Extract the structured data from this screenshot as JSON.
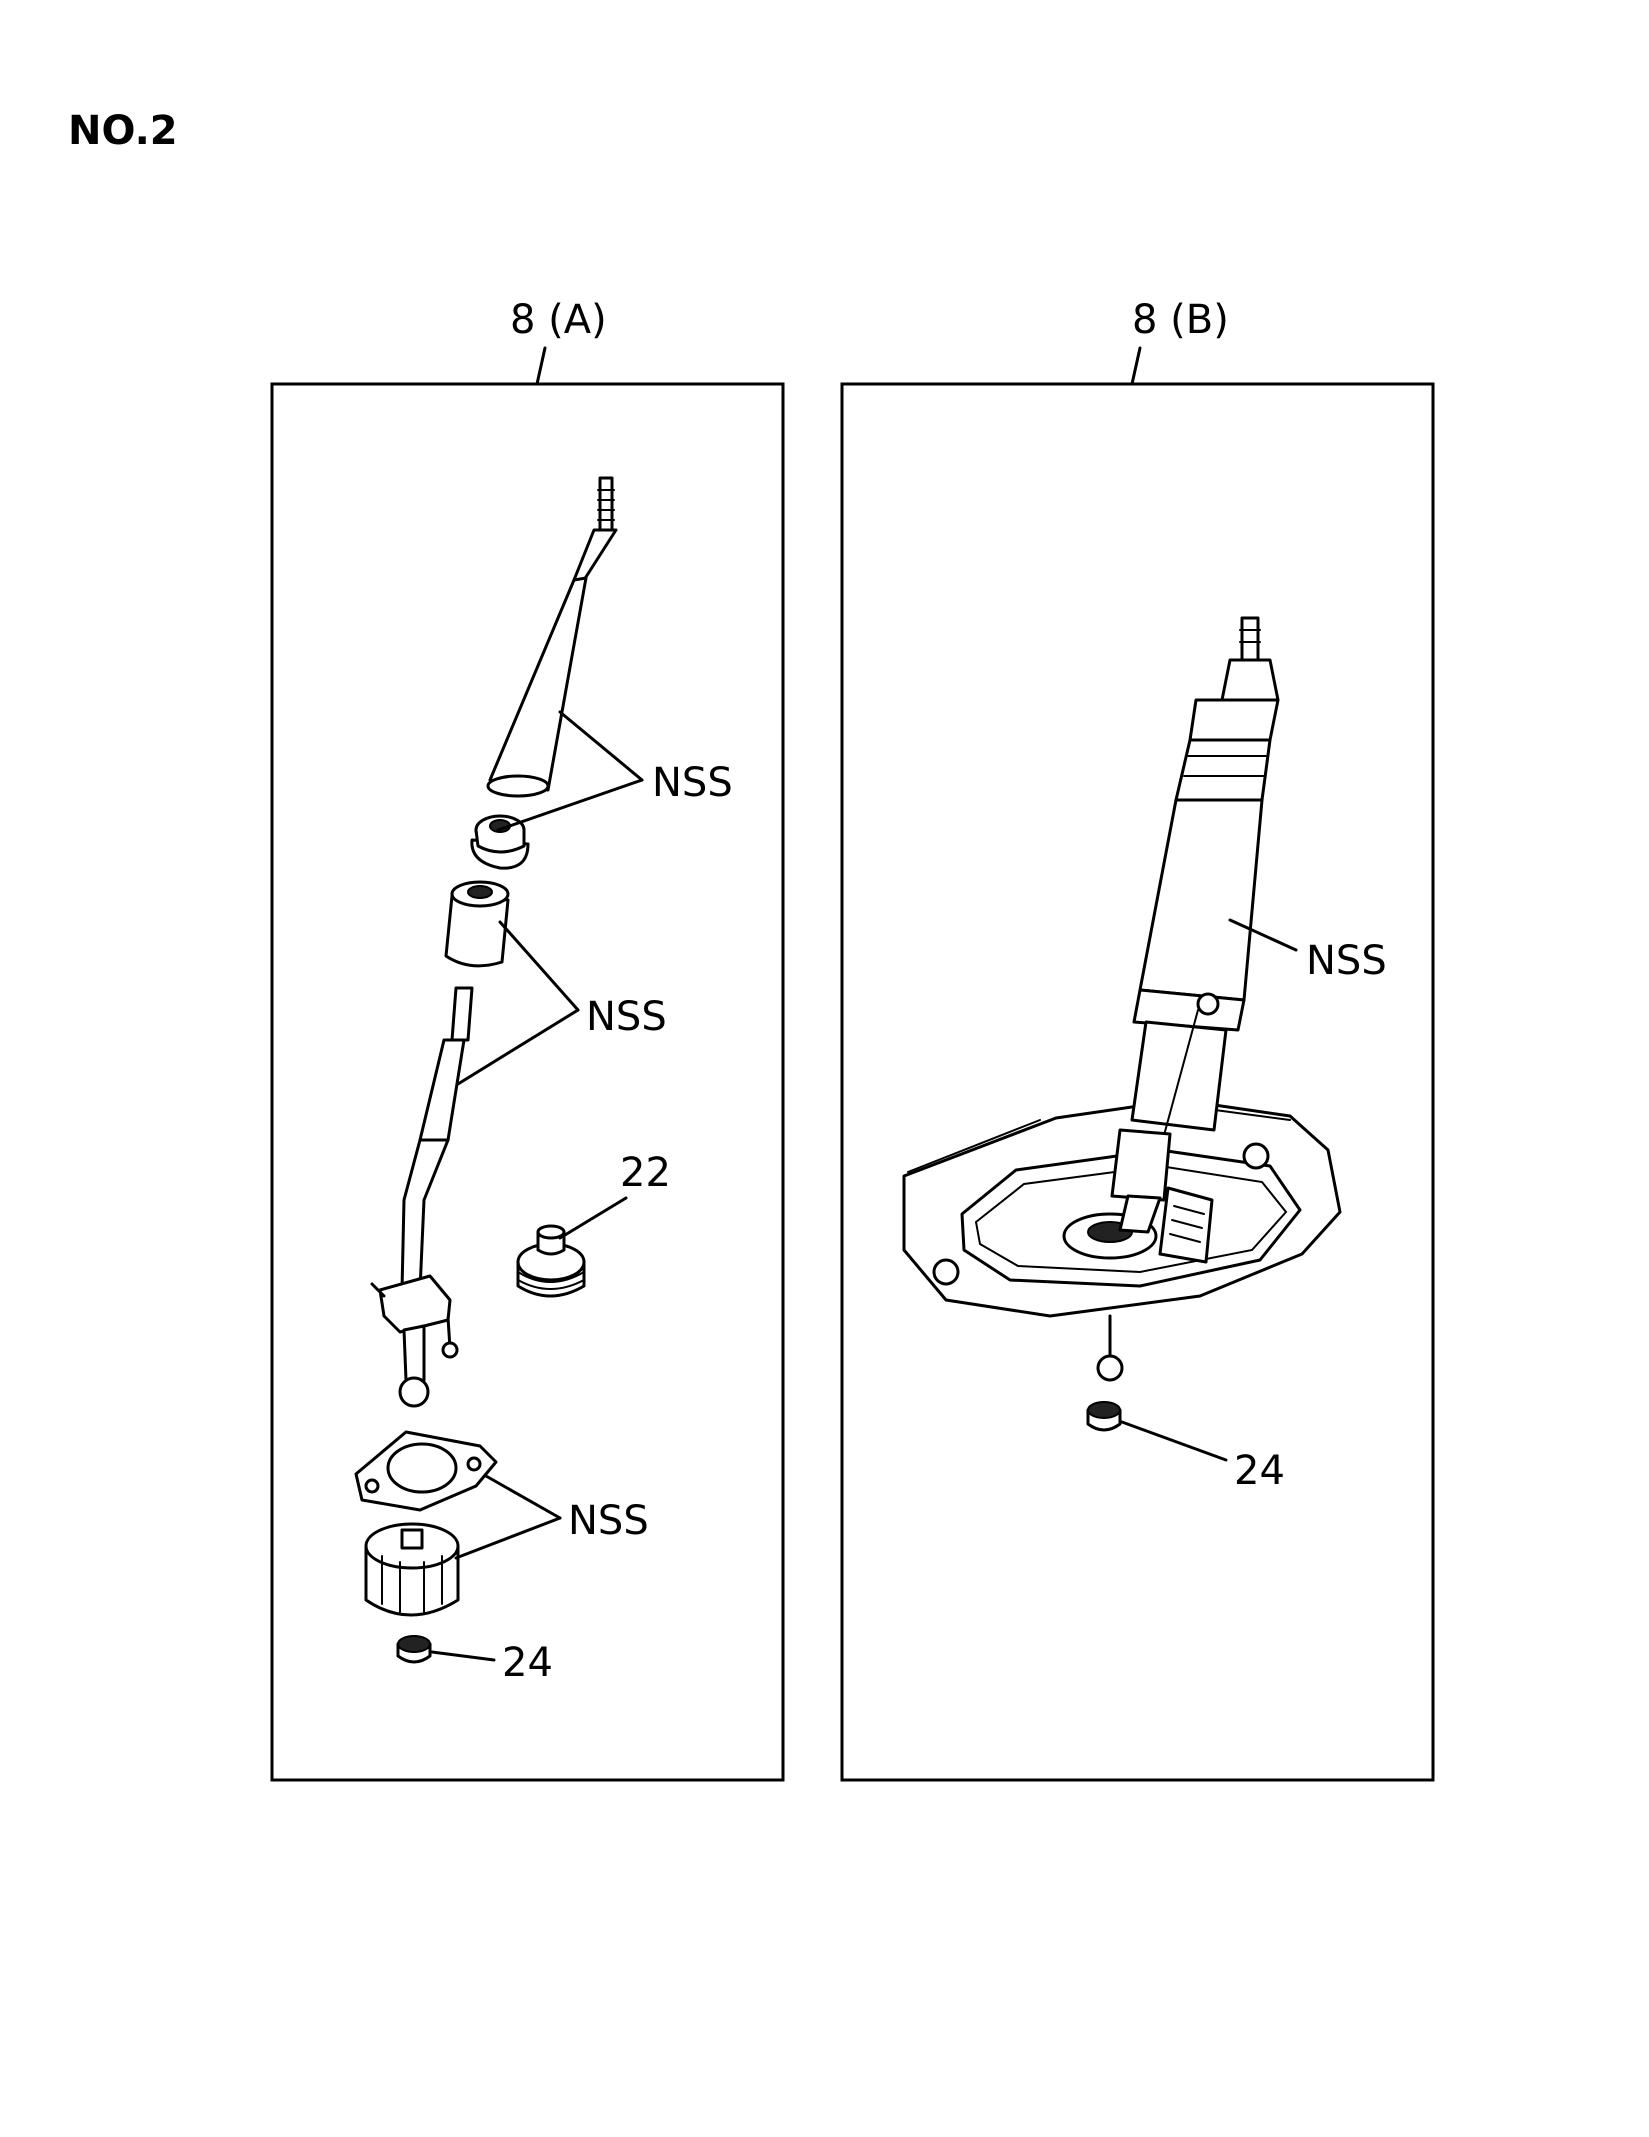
{
  "page": {
    "label": "NO.2"
  },
  "panels": [
    {
      "title": "8 (A)",
      "callouts": [
        {
          "text": "NSS"
        },
        {
          "text": "NSS"
        },
        {
          "text": "22"
        },
        {
          "text": "NSS"
        },
        {
          "text": "24"
        }
      ]
    },
    {
      "title": "8 (B)",
      "callouts": [
        {
          "text": "NSS"
        },
        {
          "text": "24"
        }
      ]
    }
  ]
}
